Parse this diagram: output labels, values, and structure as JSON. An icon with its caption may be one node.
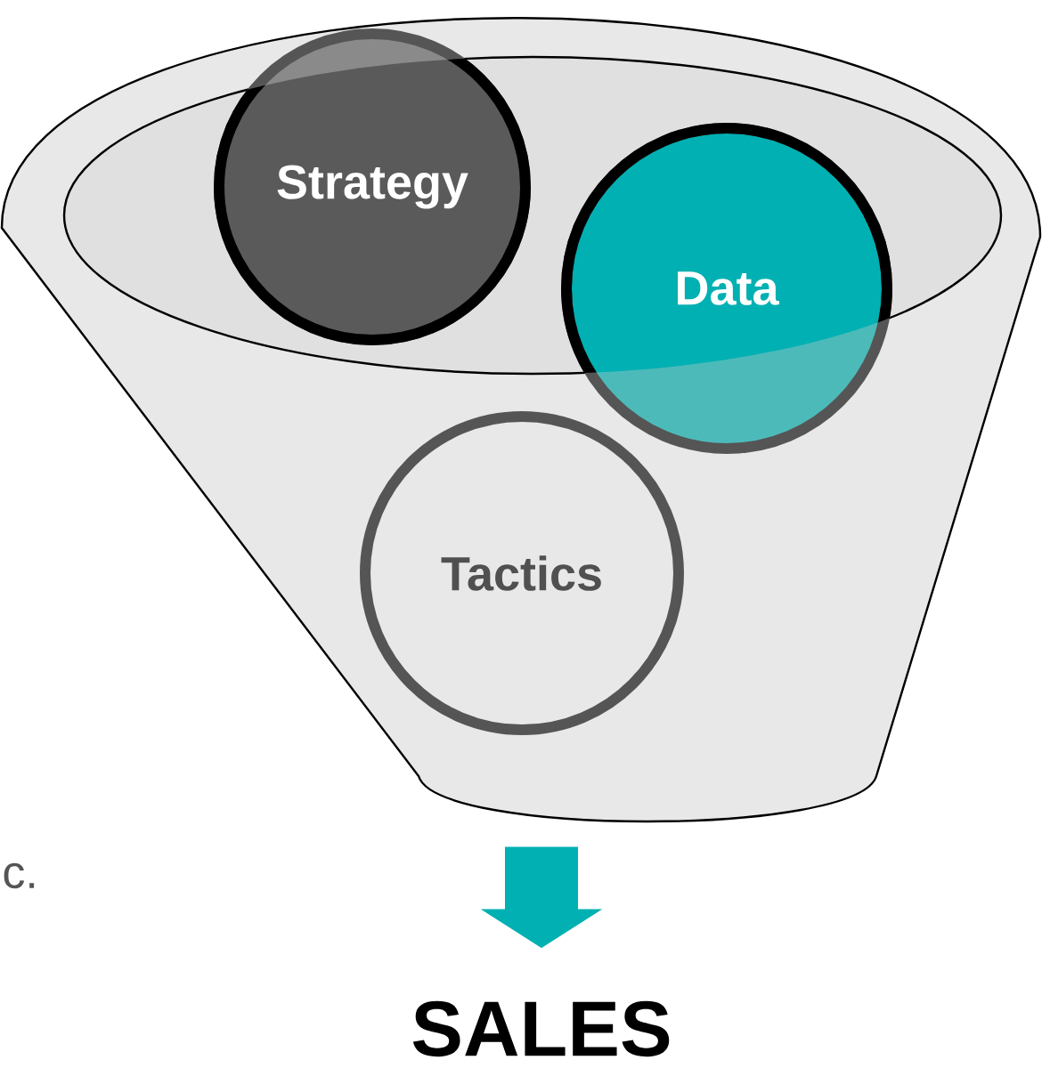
{
  "diagram": {
    "nodes": [
      {
        "text": [],
        "shape": "funnel"
      },
      {
        "text": [
          "Strategy"
        ],
        "in": 0
      },
      {
        "text": [
          "Data"
        ],
        "in": 0
      },
      {
        "text": [
          "Tactics"
        ],
        "in": 0
      },
      {
        "text": [
          "SALES"
        ]
      }
    ],
    "edges": [
      {
        "from": 0,
        "to": 4,
        "arrow": "to"
      }
    ],
    "labels": [
      "c."
    ]
  }
}
